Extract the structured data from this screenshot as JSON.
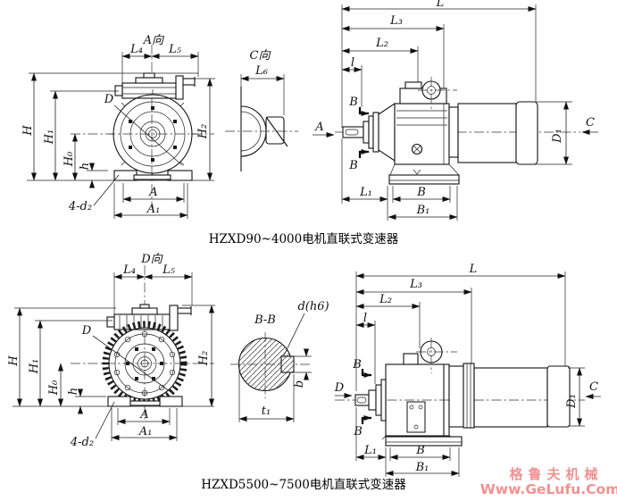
{
  "colors": {
    "ink": "#1a1a1a",
    "background": "#ffffff",
    "watermark": "#f19191"
  },
  "top_unit": {
    "caption": "HZXD90~4000电机直联式变速器",
    "front_view": {
      "title": "A向",
      "dim_L4": "L₄",
      "dim_L5": "L₅",
      "dim_H": "H",
      "dim_H1": "H₁",
      "dim_H2": "H₂",
      "dim_H0": "H₀",
      "dim_h": "h",
      "dim_A": "A",
      "dim_A1": "A₁",
      "dim_holes": "4-d₂",
      "label_D": "D"
    },
    "c_view": {
      "title": "C向",
      "dim_L6": "L₆"
    },
    "side_view": {
      "dim_L": "L",
      "dim_L3": "L₃",
      "dim_L2": "L₂",
      "dim_l": "l",
      "dim_L1": "L₁",
      "dim_B": "B",
      "dim_B1": "B₁",
      "dim_D1": "D₁",
      "arrow_A": "A",
      "arrow_C": "C",
      "section_mark": "B"
    }
  },
  "bottom_unit": {
    "caption": "HZXD5500~7500电机直联式变速器",
    "front_view": {
      "title": "D向",
      "dim_L4": "L₄",
      "dim_L5": "L₅",
      "dim_H": "H",
      "dim_H1": "H₁",
      "dim_H2": "H₂",
      "dim_H0": "H₀",
      "dim_h": "h",
      "dim_A": "A",
      "dim_A1": "A₁",
      "dim_holes": "4-d₂",
      "label_D": "D"
    },
    "section_view": {
      "title": "B-B",
      "dim_d": "d(h6)",
      "dim_b": "b",
      "dim_t1": "t₁"
    },
    "side_view": {
      "dim_L": "L",
      "dim_L3": "L₃",
      "dim_L2": "L₂",
      "dim_l": "l",
      "dim_L1": "L₁",
      "dim_B": "B",
      "dim_B1": "B₁",
      "dim_D1": "D₁",
      "arrow_D": "D",
      "arrow_C": "C",
      "section_mark": "B"
    }
  },
  "watermark": {
    "brand": "格鲁夫机械",
    "url": "Www.GeLufu.Com"
  }
}
